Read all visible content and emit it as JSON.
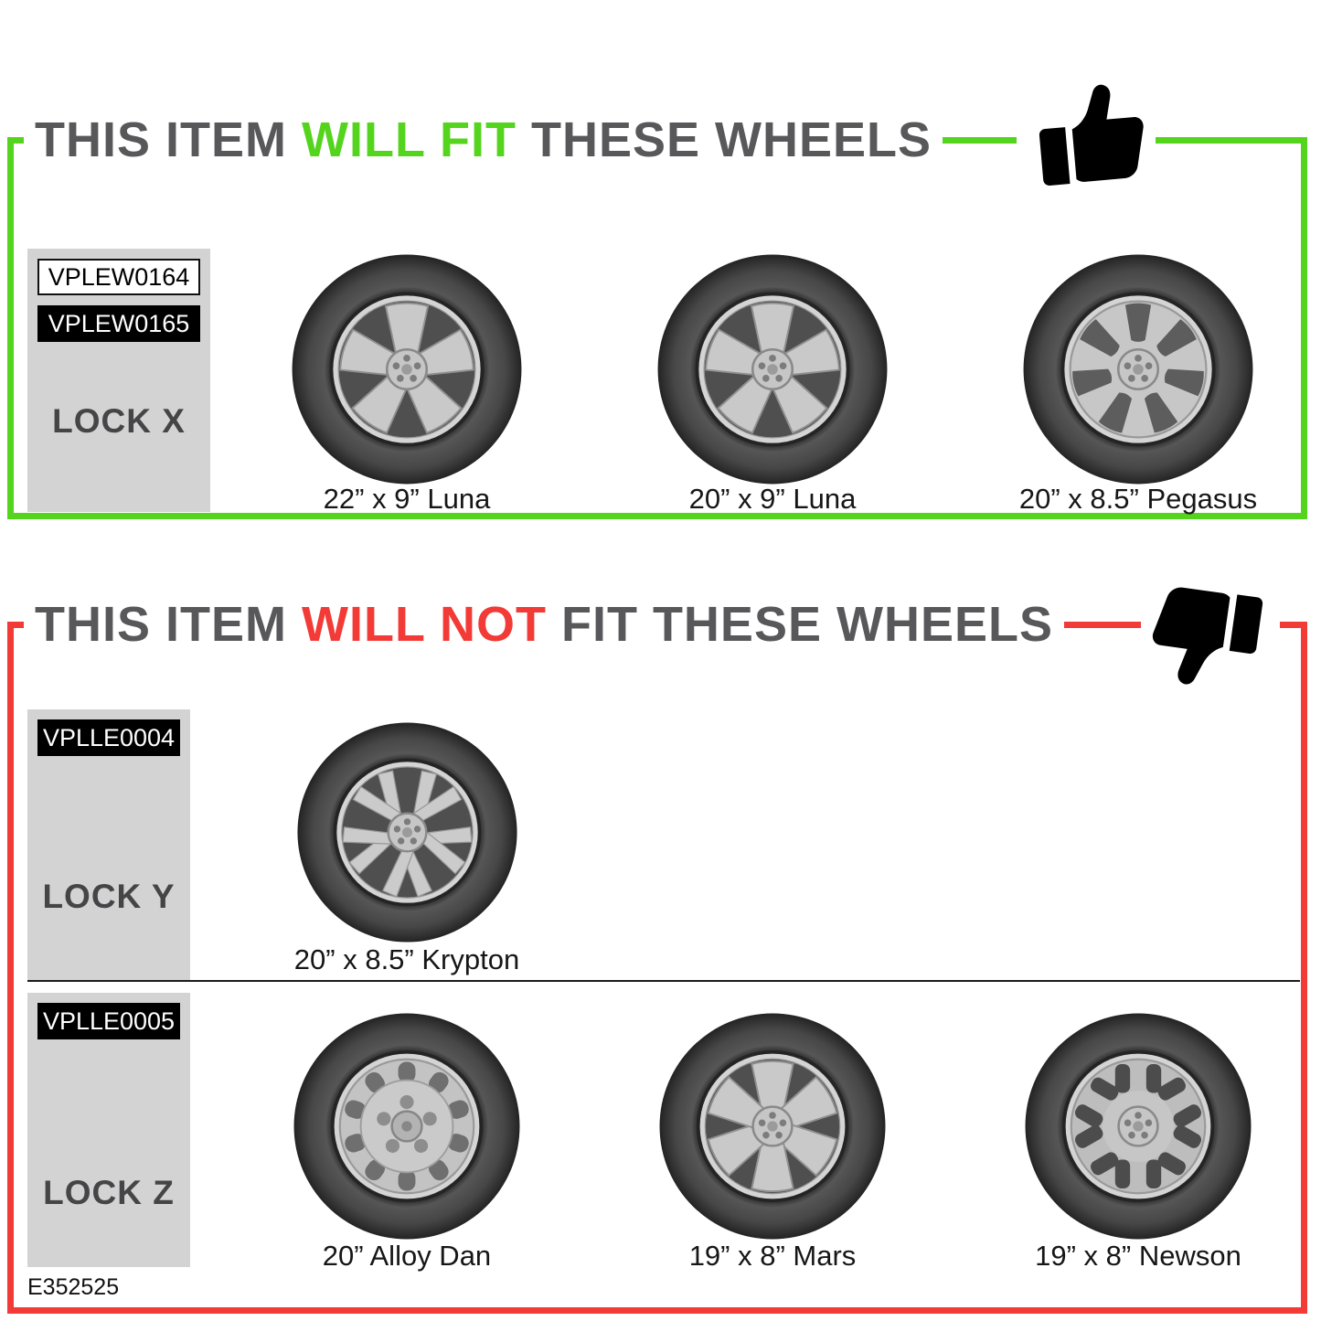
{
  "colors": {
    "fit_accent": "#55d41e",
    "nofit_accent": "#f23a36",
    "title_gray": "#58585a"
  },
  "fit_section": {
    "title": {
      "prefix": "THIS ITEM ",
      "highlight": "WILL FIT",
      "suffix": " THESE WHEELS"
    },
    "thumb_icon": "thumbs-up-icon",
    "panel": {
      "codes": [
        {
          "text": "VPLEW0164",
          "variant": "light"
        },
        {
          "text": "VPLEW0165",
          "variant": "dark"
        }
      ],
      "lock": "LOCK X"
    },
    "wheels": [
      {
        "caption": "22” x 9” Luna",
        "style": "spoke5"
      },
      {
        "caption": "20” x 9” Luna",
        "style": "spoke5"
      },
      {
        "caption": "20” x 8.5” Pegasus",
        "style": "holes7"
      }
    ]
  },
  "nofit_section": {
    "title": {
      "prefix": "THIS ITEM ",
      "highlight": "WILL NOT",
      "suffix": " FIT THESE WHEELS"
    },
    "thumb_icon": "thumbs-down-icon",
    "rows": [
      {
        "codes": [
          {
            "text": "VPLLE0004",
            "variant": "dark"
          }
        ],
        "lock": "LOCK Y",
        "wheels": [
          {
            "caption": "20” x 8.5” Krypton",
            "style": "twin5"
          }
        ]
      },
      {
        "codes": [
          {
            "text": "VPLLE0005",
            "variant": "dark"
          }
        ],
        "lock": "LOCK Z",
        "wheels": [
          {
            "caption": "20” Alloy Dan",
            "style": "steel"
          },
          {
            "caption": "19” x 8” Mars",
            "style": "spoke6"
          },
          {
            "caption": "19” x 8” Newson",
            "style": "slot6"
          }
        ]
      }
    ]
  },
  "footnote": "E352525"
}
